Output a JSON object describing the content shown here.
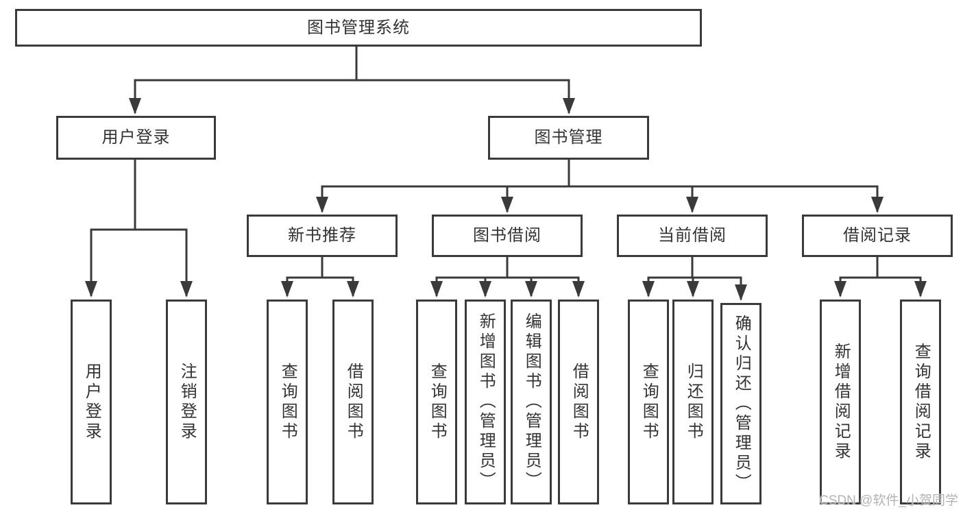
{
  "diagram": {
    "root": {
      "label": "图书管理系统"
    },
    "level2": [
      {
        "label": "用户登录"
      },
      {
        "label": "图书管理"
      }
    ],
    "level3": [
      {
        "label": "新书推荐"
      },
      {
        "label": "图书借阅"
      },
      {
        "label": "当前借阅"
      },
      {
        "label": "借阅记录"
      }
    ],
    "leaves": {
      "user_login": [
        {
          "label": "用户登录"
        },
        {
          "label": "注销登录"
        }
      ],
      "new_book": [
        {
          "label": "查询图书"
        },
        {
          "label": "借阅图书"
        }
      ],
      "book_borrow": [
        {
          "label": "查询图书"
        },
        {
          "label": "新增图书（管理员）"
        },
        {
          "label": "编辑图书（管理员）"
        },
        {
          "label": "借阅图书"
        }
      ],
      "current_borrow": [
        {
          "label": "查询图书"
        },
        {
          "label": "归还图书"
        },
        {
          "label": "确认归还（管理员）"
        }
      ],
      "borrow_records": [
        {
          "label": "新增借阅记录"
        },
        {
          "label": "查询借阅记录"
        }
      ]
    },
    "watermark": "CSDN @软件_小贺同学",
    "colors": {
      "line": "#3a3a3a",
      "text": "#333333",
      "watermark": "#b3b3b3",
      "background": "#ffffff"
    }
  }
}
